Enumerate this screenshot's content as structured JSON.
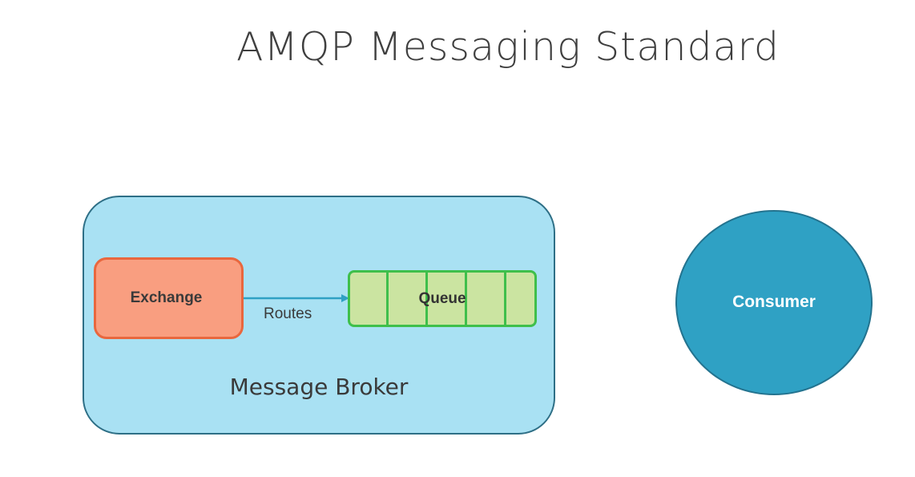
{
  "slide": {
    "title": "AMQP Messaging Standard"
  },
  "broker": {
    "label": "Message Broker",
    "fill": "#a9e1f3",
    "stroke": "#2e6f86"
  },
  "exchange": {
    "label": "Exchange",
    "fill": "#f99e80",
    "stroke": "#e9673e"
  },
  "routes": {
    "label": "Routes",
    "color": "#2fa1c4"
  },
  "queue": {
    "label": "Queue",
    "fill": "#cbe4a1",
    "stroke": "#3fbf4b",
    "slots": 5
  },
  "consumer": {
    "label": "Consumer",
    "fill": "#2fa1c4",
    "stroke": "#23738f"
  }
}
